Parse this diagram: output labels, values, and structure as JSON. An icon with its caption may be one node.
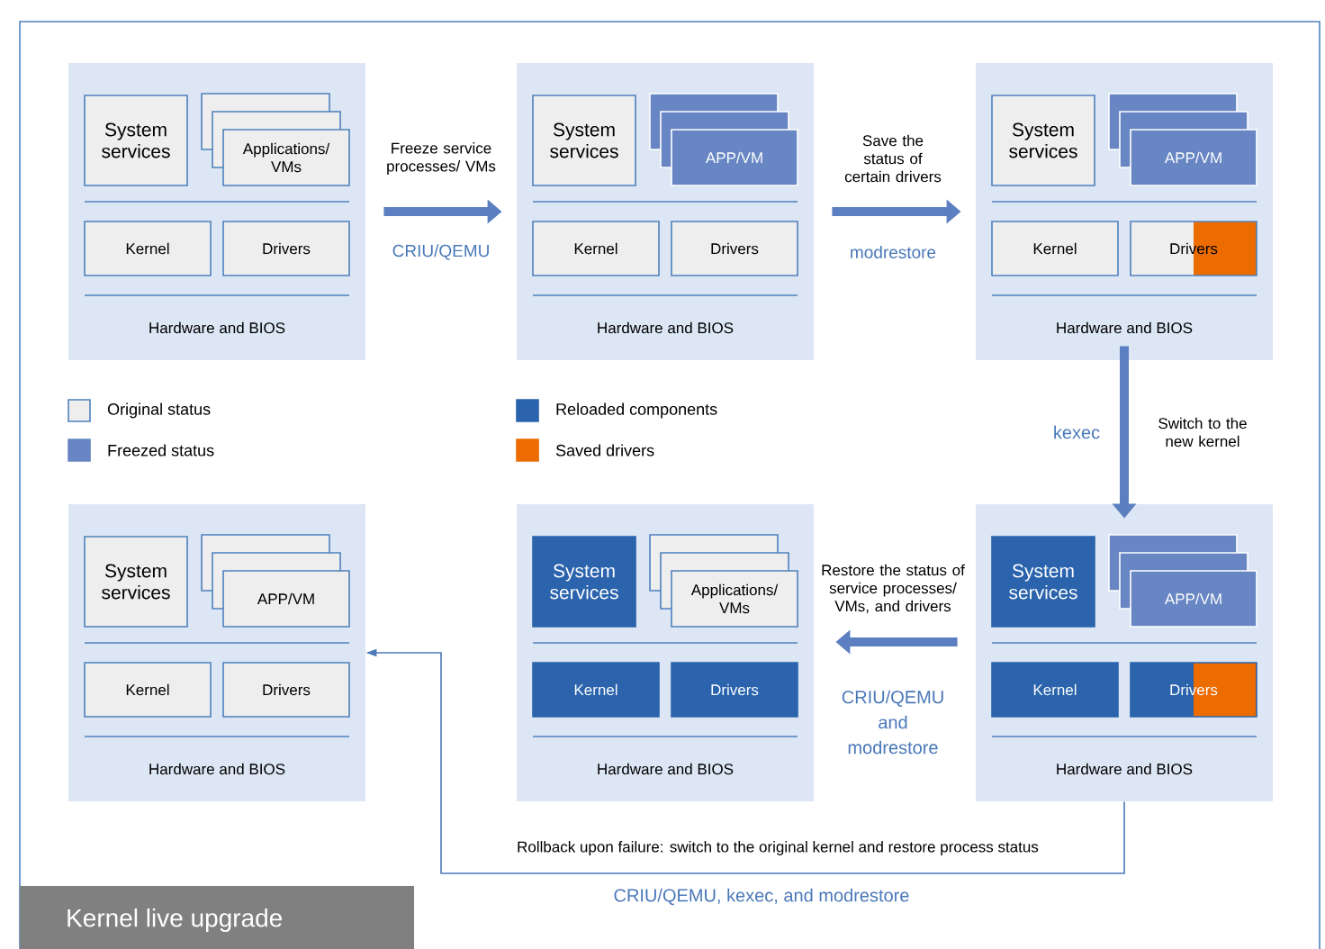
{
  "diagram": {
    "title": "Kernel live upgrade",
    "nodes": [
      {
        "text": [
          "Hardware and BIOS"
        ]
      },
      {
        "text": [
          "System services"
        ],
        "in": 0
      },
      {
        "text": [
          "Applications/ VMs"
        ],
        "in": 0
      },
      {
        "text": [
          "Kernel"
        ],
        "in": 0
      },
      {
        "text": [
          "Drivers"
        ],
        "in": 0
      },
      {
        "text": [
          "Hardware and BIOS"
        ]
      },
      {
        "text": [
          "System services"
        ],
        "in": 5
      },
      {
        "text": [
          "APP/VM"
        ],
        "in": 5
      },
      {
        "text": [
          "Kernel"
        ],
        "in": 5
      },
      {
        "text": [
          "Drivers"
        ],
        "in": 5
      },
      {
        "text": [
          "Hardware and BIOS"
        ]
      },
      {
        "text": [
          "System services"
        ],
        "in": 10
      },
      {
        "text": [
          "APP/VM"
        ],
        "in": 10
      },
      {
        "text": [
          "Kernel"
        ],
        "in": 10
      },
      {
        "text": [
          "Drivers"
        ],
        "in": 10
      },
      {
        "text": [
          "Hardware and BIOS"
        ]
      },
      {
        "text": [
          "System services"
        ],
        "in": 15
      },
      {
        "text": [
          "APP/VM"
        ],
        "in": 15
      },
      {
        "text": [
          "Kernel"
        ],
        "in": 15
      },
      {
        "text": [
          "Drivers"
        ],
        "in": 15
      },
      {
        "text": [
          "Hardware and BIOS"
        ]
      },
      {
        "text": [
          "System services"
        ],
        "in": 20
      },
      {
        "text": [
          "Applications/ VMs"
        ],
        "in": 20
      },
      {
        "text": [
          "Kernel"
        ],
        "in": 20
      },
      {
        "text": [
          "Drivers"
        ],
        "in": 20
      },
      {
        "text": [
          "Hardware and BIOS"
        ]
      },
      {
        "text": [
          "System services"
        ],
        "in": 25
      },
      {
        "text": [
          "APP/VM"
        ],
        "in": 25
      },
      {
        "text": [
          "Kernel"
        ],
        "in": 25
      },
      {
        "text": [
          "Drivers"
        ],
        "in": 25
      }
    ],
    "edges": [
      {
        "from": 0,
        "to": 5,
        "arrow": "to",
        "label": "Freeze service processes/ VMs"
      },
      {
        "from": 5,
        "to": 10,
        "arrow": "to",
        "label": "Save the status of certain drivers"
      },
      {
        "from": 10,
        "to": 25,
        "arrow": "to",
        "label": "Switch to the new kernel"
      },
      {
        "from": 25,
        "to": 20,
        "arrow": "to",
        "label": "Restore the status of service processes/ VMs, and drivers"
      },
      {
        "from": 25,
        "to": 15,
        "arrow": "to",
        "label": "Rollback upon failure: switch to the original kernel and restore process status"
      }
    ],
    "labels": [
      "CRIU/QEMU",
      "modrestore",
      "kexec",
      "CRIU/QEMU and modrestore",
      "CRIU/QEMU, kexec, and modrestore"
    ],
    "legend": [
      {
        "text": "Original status",
        "color": "#eeeeee"
      },
      {
        "text": "Freezed status",
        "color": "#6786c3"
      },
      {
        "text": "Reloaded components",
        "color": "#2b64ad"
      },
      {
        "text": "Saved drivers",
        "color": "#ec6c00"
      }
    ]
  }
}
